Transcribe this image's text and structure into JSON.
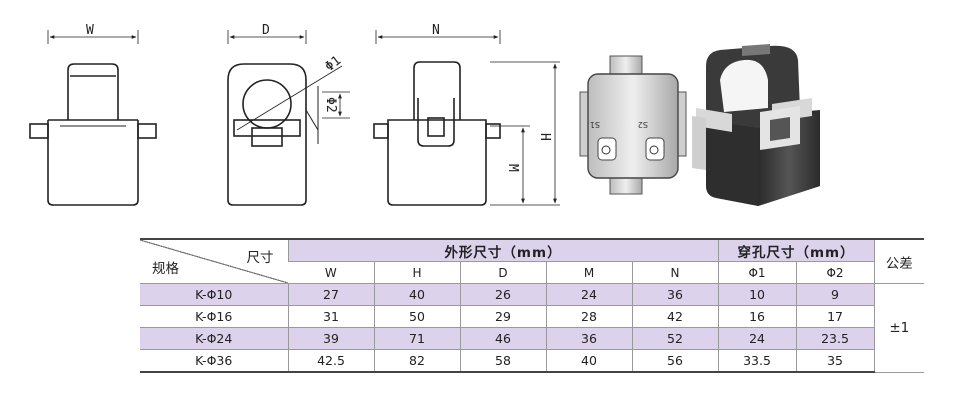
{
  "drawings": {
    "front_view": {
      "dim_label": "W"
    },
    "side_view": {
      "dim_label": "D",
      "dim_phi1": "Φ1",
      "dim_phi2": "Φ2"
    },
    "back_view": {
      "dim_label_width": "N",
      "dim_label_height": "H",
      "dim_label_m": "M"
    },
    "bottom_photo": {
      "label_s1": "S1",
      "label_s2": "S2"
    }
  },
  "table": {
    "corner_top": "尺寸",
    "corner_bottom": "规格",
    "group_outer": "外形尺寸（mm）",
    "group_hole": "穿孔尺寸（mm）",
    "tolerance_header": "公差",
    "sub_headers": [
      "W",
      "H",
      "D",
      "M",
      "N",
      "Φ1",
      "Φ2"
    ],
    "rows": [
      {
        "model": "K-Φ10",
        "values": [
          "27",
          "40",
          "26",
          "24",
          "36",
          "10",
          "9"
        ]
      },
      {
        "model": "K-Φ16",
        "values": [
          "31",
          "50",
          "29",
          "28",
          "42",
          "16",
          "17"
        ]
      },
      {
        "model": "K-Φ24",
        "values": [
          "39",
          "71",
          "46",
          "36",
          "52",
          "24",
          "23.5"
        ]
      },
      {
        "model": "K-Φ36",
        "values": [
          "42.5",
          "82",
          "58",
          "40",
          "56",
          "33.5",
          "35"
        ]
      }
    ],
    "tolerance_value": "±1",
    "colors": {
      "highlight": "#dcd2ec"
    }
  }
}
